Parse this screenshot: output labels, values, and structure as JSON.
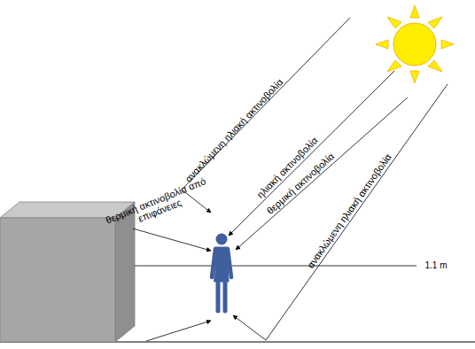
{
  "diagram": {
    "labels": [
      "ανακλώμενη ηλιακή ακτινοβολία",
      "θερμική ακτινοβολία από επιφάνειες",
      "ηλιακή ακτινοβολία",
      "θερμική ακτινοβολία",
      "ανακλώμενη ηλιακή ακτινοβολία",
      "1.1 m"
    ]
  }
}
